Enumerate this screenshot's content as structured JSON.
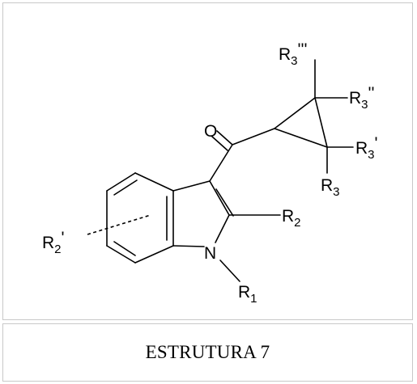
{
  "figure": {
    "caption": "ESTRUTURA 7",
    "atoms": {
      "oxygen": "O",
      "nitrogen": "N"
    },
    "substituents": {
      "r3_triple": {
        "base": "R",
        "sub": "3",
        "prime": "'''"
      },
      "r3_double": {
        "base": "R",
        "sub": "3",
        "prime": "''"
      },
      "r3_single": {
        "base": "R",
        "sub": "3",
        "prime": "'"
      },
      "r3": {
        "base": "R",
        "sub": "3",
        "prime": ""
      },
      "r2": {
        "base": "R",
        "sub": "2",
        "prime": ""
      },
      "r2_prime": {
        "base": "R",
        "sub": "2",
        "prime": "'"
      },
      "r1": {
        "base": "R",
        "sub": "1",
        "prime": ""
      }
    }
  }
}
